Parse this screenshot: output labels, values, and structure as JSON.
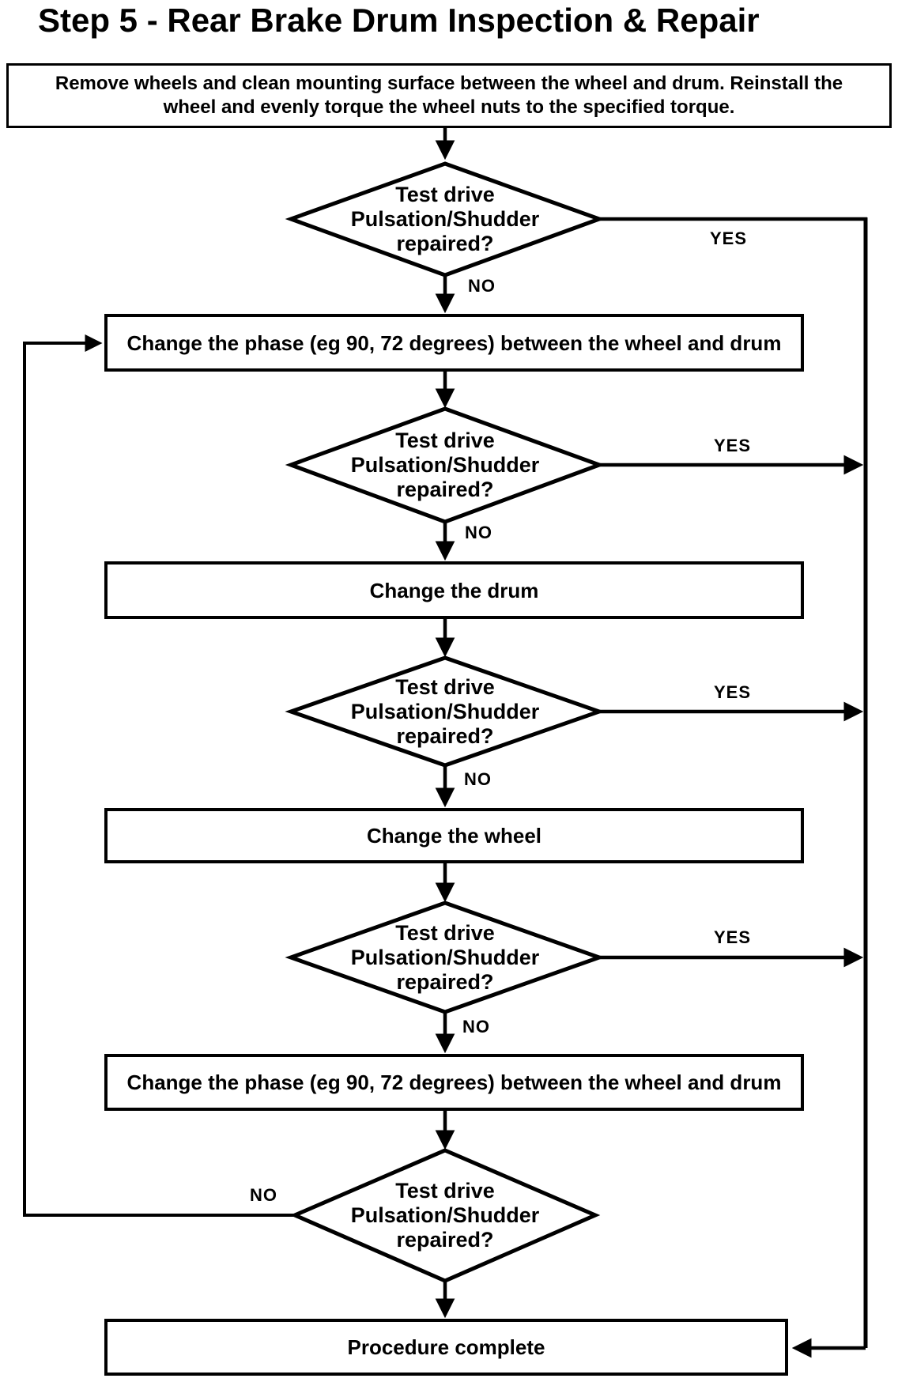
{
  "title": "Step 5 - Rear Brake Drum Inspection & Repair",
  "flowchart": {
    "start_text": "Remove wheels and clean mounting surface between the wheel and drum.  Reinstall the\nwheel and evenly torque the wheel nuts to the specified torque.",
    "decision_question": "Test drive Pulsation/Shudder repaired?",
    "decisions": [
      {
        "label": "Test drive\nPulsation/Shudder\nrepaired?",
        "yes_label": "YES",
        "no_label": "NO"
      },
      {
        "label": "Test drive\nPulsation/Shudder\nrepaired?",
        "yes_label": "YES",
        "no_label": "NO"
      },
      {
        "label": "Test drive\nPulsation/Shudder\nrepaired?",
        "yes_label": "YES",
        "no_label": "NO"
      },
      {
        "label": "Test drive\nPulsation/Shudder\nrepaired?",
        "yes_label": "YES",
        "no_label": "NO"
      },
      {
        "label": "Test drive\nPulsation/Shudder\nrepaired?",
        "no_label": "NO"
      }
    ],
    "processes": [
      {
        "label": "Change the phase (eg 90, 72 degrees) between the wheel and drum"
      },
      {
        "label": "Change the drum"
      },
      {
        "label": "Change the wheel"
      },
      {
        "label": "Change the phase (eg 90, 72 degrees) between the wheel and drum"
      },
      {
        "label": "Procedure complete"
      }
    ],
    "colors": {
      "ink": "#000000",
      "paper": "#ffffff"
    }
  }
}
